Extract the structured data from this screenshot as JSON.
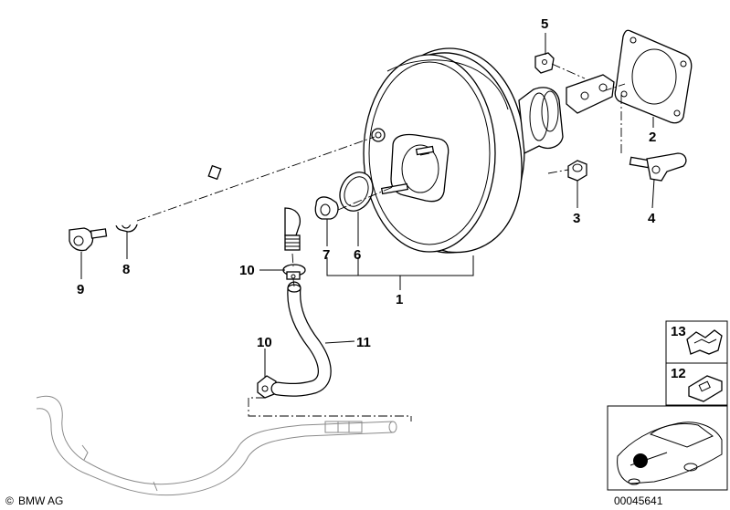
{
  "callouts": [
    {
      "id": "1",
      "label": "1"
    },
    {
      "id": "2",
      "label": "2"
    },
    {
      "id": "3",
      "label": "3"
    },
    {
      "id": "4",
      "label": "4"
    },
    {
      "id": "5",
      "label": "5"
    },
    {
      "id": "6",
      "label": "6"
    },
    {
      "id": "7",
      "label": "7"
    },
    {
      "id": "8",
      "label": "8"
    },
    {
      "id": "9",
      "label": "9"
    },
    {
      "id": "10a",
      "label": "10"
    },
    {
      "id": "10b",
      "label": "10"
    },
    {
      "id": "11",
      "label": "11"
    }
  ],
  "insets": [
    {
      "id": "13",
      "label": "13"
    },
    {
      "id": "12",
      "label": "12"
    }
  ],
  "footer": {
    "copyright_symbol": "©",
    "brand": "BMW AG",
    "diagram_number": "00045641"
  }
}
